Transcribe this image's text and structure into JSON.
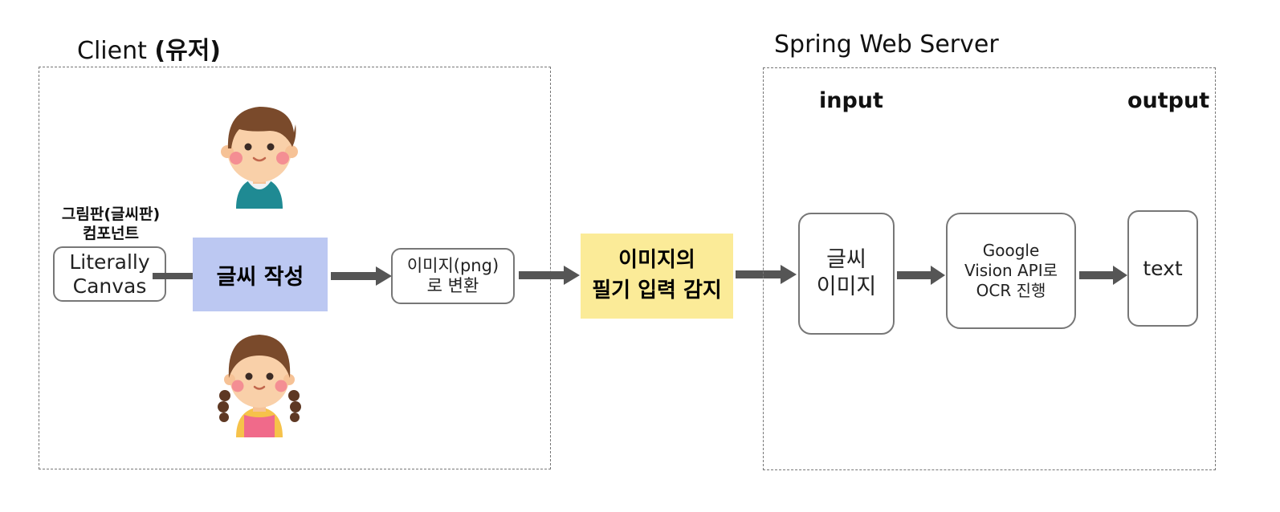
{
  "client": {
    "title_prefix": "Client ",
    "title_bold": "(유저)",
    "component_label_line1": "그림판(글씨판)",
    "component_label_line2": "컴포넌트",
    "canvas_line1": "Literally",
    "canvas_line2": "Canvas",
    "write_label": "글씨 작성",
    "convert_line1": "이미지(png)",
    "convert_line2": "로 변환"
  },
  "detect": {
    "line1": "이미지의",
    "line2": "필기 입력 감지"
  },
  "server": {
    "title": "Spring Web Server",
    "input_label": "input",
    "output_label": "output",
    "image_line1": "글씨",
    "image_line2": "이미지",
    "ocr_line1": "Google",
    "ocr_line2": "Vision API로",
    "ocr_line3": "OCR 진행",
    "text_label": "text"
  },
  "colors": {
    "write_fill": "#bcc8f2",
    "detect_fill": "#fbeb98",
    "arrow": "#555555",
    "border": "#777777"
  },
  "icons": [
    "boy-avatar-icon",
    "girl-avatar-icon"
  ]
}
